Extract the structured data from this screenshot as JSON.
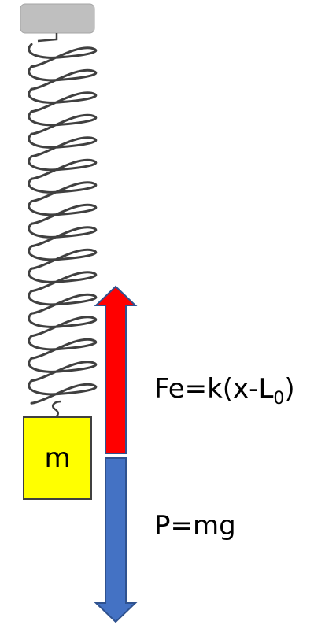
{
  "labels": {
    "mass": "m",
    "elastic_force_prefix": "Fe=k(x-L",
    "elastic_force_subscript": "0",
    "elastic_force_suffix": ")",
    "weight": "P=mg"
  },
  "colors": {
    "support": "#bfbfbf",
    "spring": "#404040",
    "mass_fill": "#ffff00",
    "upward_arrow": "#ff0000",
    "downward_arrow": "#4472c4",
    "arrow_outline": "#2f528f"
  },
  "spring": {
    "coils": 16
  }
}
